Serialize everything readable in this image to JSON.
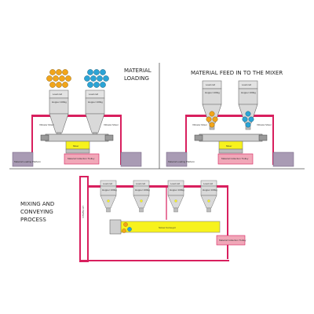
{
  "panels": {
    "loading": {
      "title_line1": "MATERIAL",
      "title_line2": "LOADING",
      "hoppers": [
        {
          "load_cell": "Load cell",
          "hopper": "Hopper 100kg",
          "trim": "Vibrator Motor"
        },
        {
          "load_cell": "Load cell",
          "hopper": "Hopper 100kg",
          "trim": "Vibrator Motor"
        }
      ],
      "mixer_label": "Mixer",
      "platform": "Material Loading Platform",
      "trolley": "Material Collection Trolley"
    },
    "feed": {
      "title": "MATERIAL FEED IN TO THE MIXER",
      "hoppers": [
        {
          "load_cell": "Load cell",
          "hopper": "Hopper 100kg",
          "trim": "Vibrator Motor"
        },
        {
          "load_cell": "Load cell",
          "hopper": "Hopper 100kg",
          "trim": "Vibrator Motor"
        }
      ],
      "mixer_label": "Mixer",
      "platform": "Material Loading Platform",
      "trolley": "Material Collection Trolley"
    },
    "mixing": {
      "title_line1": "MIXING AND",
      "title_line2": "CONVEYING",
      "title_line3": "PROCESS",
      "lift": "Lift Platform",
      "hoppers": [
        {
          "load_cell": "Load cell",
          "hopper": "Hopper 100kg"
        },
        {
          "load_cell": "Load cell",
          "hopper": "Hopper 100kg"
        },
        {
          "load_cell": "Load cell",
          "hopper": "Hopper 100kg"
        },
        {
          "load_cell": "Load cell",
          "hopper": "Hopper 100kg"
        }
      ],
      "conveyor": "Screw Conveyor",
      "trolley": "Material Collection Trolley"
    }
  },
  "colors": {
    "frame": "#d81f5e",
    "hopper_fill": "#d9d9d9",
    "hopper_stroke": "#707070",
    "ball_orange": "#f2a51a",
    "ball_blue": "#2ba4d6",
    "material_yellow": "#f7f21d",
    "platform": "#a99bb4",
    "trolley": "#f1a7b8",
    "divider": "#555555"
  }
}
